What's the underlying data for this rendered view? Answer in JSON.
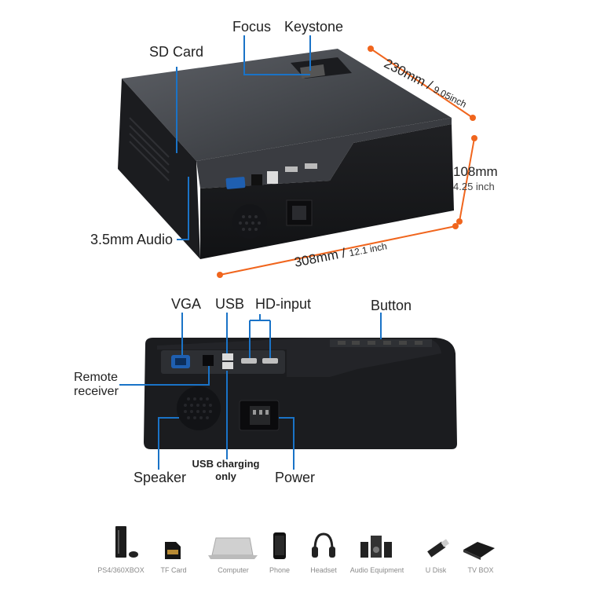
{
  "top_view": {
    "labels": {
      "focus": "Focus",
      "keystone": "Keystone",
      "sd_card": "SD Card",
      "audio": "3.5mm Audio"
    },
    "dimensions": {
      "depth": {
        "mm": "230mm",
        "separator": " / ",
        "inch": "9.05inch"
      },
      "height": {
        "mm": "108mm",
        "inch": "4.25 inch"
      },
      "width": {
        "mm": "308mm",
        "separator": " / ",
        "inch": "12.1 inch"
      }
    }
  },
  "front_view": {
    "labels": {
      "vga": "VGA",
      "usb": "USB",
      "hd_input": "HD-input",
      "button": "Button",
      "remote_line1": "Remote",
      "remote_line2": "receiver",
      "speaker": "Speaker",
      "usb_charging_line1": "USB charging",
      "usb_charging_line2": "only",
      "power": "Power"
    }
  },
  "devices": [
    {
      "icon": "game-console-icon",
      "label": "PS4/360XBOX"
    },
    {
      "icon": "sd-card-icon",
      "label": "TF Card"
    },
    {
      "icon": "laptop-icon",
      "label": "Computer"
    },
    {
      "icon": "phone-icon",
      "label": "Phone"
    },
    {
      "icon": "headset-icon",
      "label": "Headset"
    },
    {
      "icon": "speakers-icon",
      "label": "Audio Equipment"
    },
    {
      "icon": "usb-drive-icon",
      "label": "U Disk"
    },
    {
      "icon": "tv-box-icon",
      "label": "TV BOX"
    }
  ],
  "colors": {
    "callout_blue": "#1a73c7",
    "dimension_orange": "#f0651d",
    "body_dark": "#1c1d20",
    "top_grey": "#4a4d52"
  }
}
